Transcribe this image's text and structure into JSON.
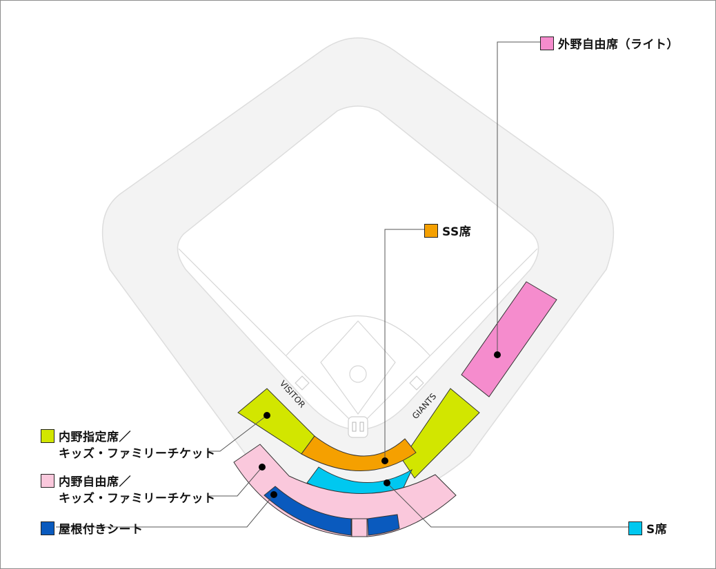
{
  "field_labels": {
    "visitor": "VISITOR",
    "giants": "GIANTS"
  },
  "sections": [
    {
      "id": "outfield-right",
      "label": "外野自由席（ライト）",
      "color": "#f58ccd"
    },
    {
      "id": "ss",
      "label": "SS席",
      "color": "#f5a000"
    },
    {
      "id": "infield-reserved",
      "label_line1": "内野指定席／",
      "label_line2": "キッズ・ファミリーチケット",
      "color": "#d2e600"
    },
    {
      "id": "infield-free",
      "label_line1": "内野自由席／",
      "label_line2": "キッズ・ファミリーチケット",
      "color": "#fac8dc"
    },
    {
      "id": "roof-seat",
      "label": "屋根付きシート",
      "color": "#0a5abe"
    },
    {
      "id": "s",
      "label": "S席",
      "color": "#00c8f0"
    }
  ]
}
